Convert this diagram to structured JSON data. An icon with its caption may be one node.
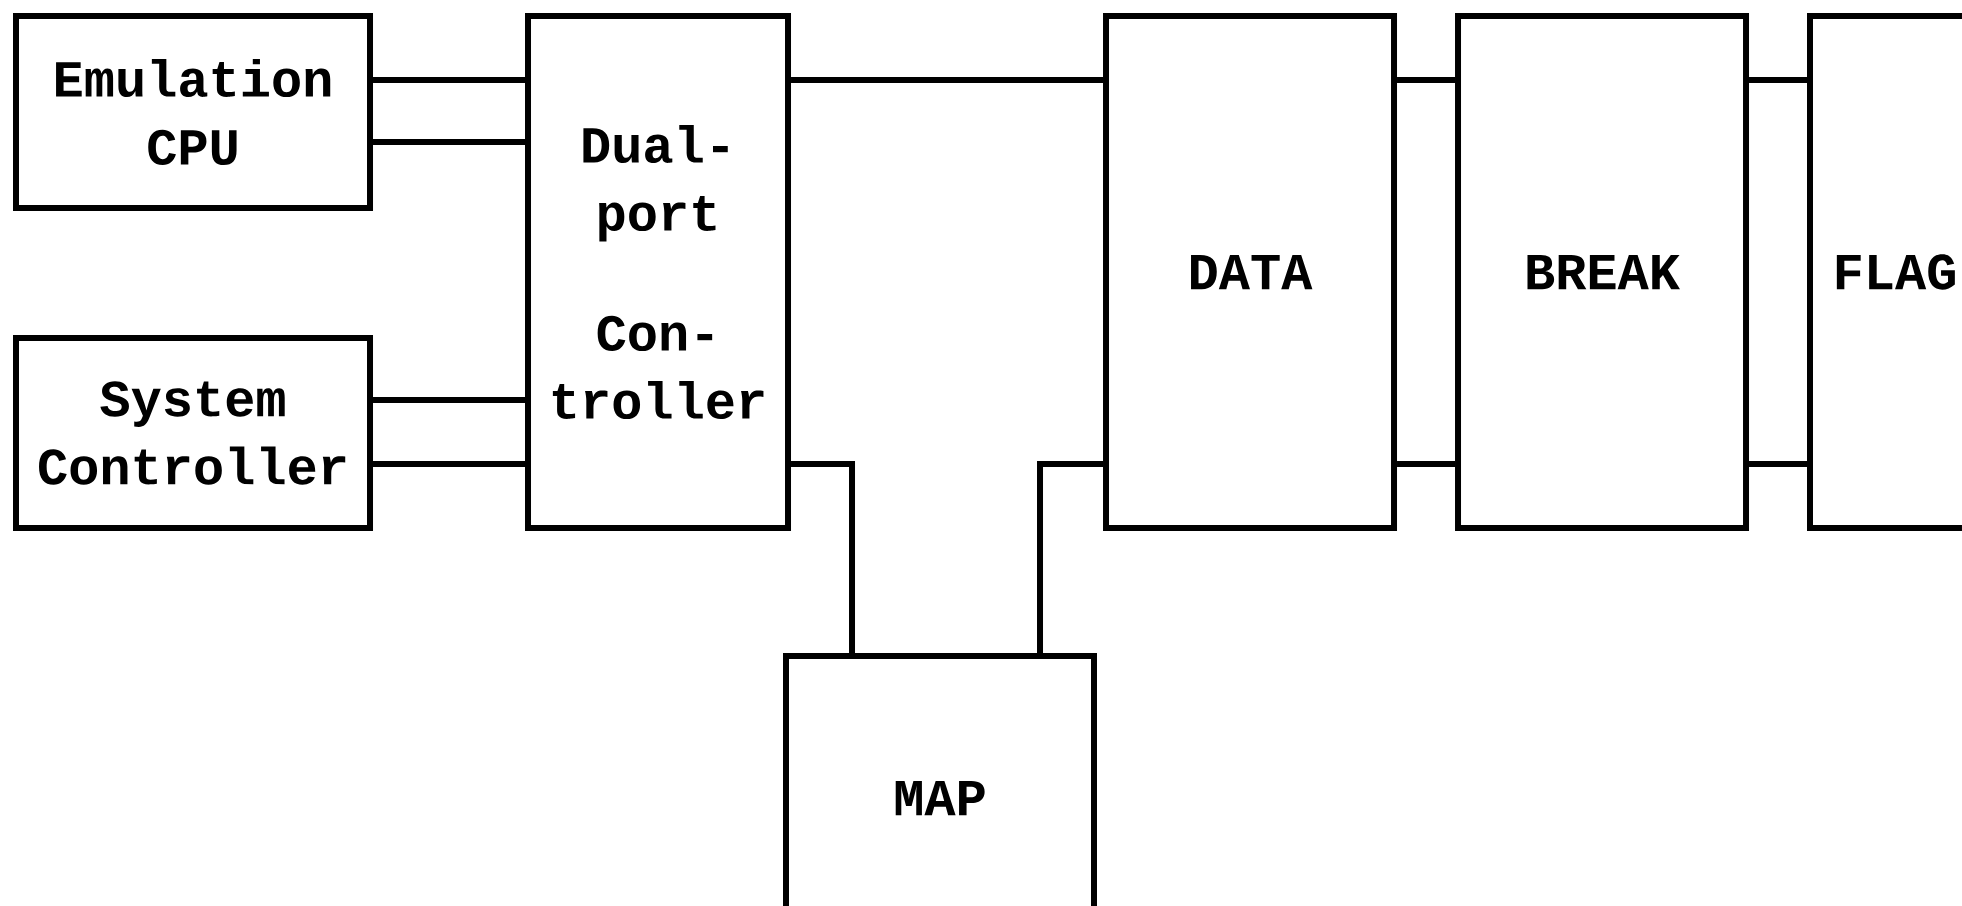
{
  "diagram": {
    "nodes": [
      {
        "text": [
          "Emulation CPU"
        ]
      },
      {
        "text": [
          "System Controller"
        ]
      },
      {
        "text": [
          "Dual- port",
          "Con- troller"
        ]
      },
      {
        "text": [
          "DATA"
        ]
      },
      {
        "text": [
          "BREAK"
        ]
      },
      {
        "text": [
          "FLAG"
        ]
      },
      {
        "text": [
          "MAP"
        ]
      }
    ],
    "edges": [
      {
        "from": 0,
        "to": 2,
        "arrow": "none"
      },
      {
        "from": 0,
        "to": 2,
        "arrow": "none"
      },
      {
        "from": 1,
        "to": 2,
        "arrow": "none"
      },
      {
        "from": 1,
        "to": 2,
        "arrow": "none"
      },
      {
        "from": 2,
        "to": 3,
        "arrow": "none"
      },
      {
        "from": 3,
        "to": 4,
        "arrow": "none"
      },
      {
        "from": 3,
        "to": 4,
        "arrow": "none"
      },
      {
        "from": 4,
        "to": 5,
        "arrow": "none"
      },
      {
        "from": 4,
        "to": 5,
        "arrow": "none"
      },
      {
        "from": 2,
        "to": 6,
        "arrow": "none"
      },
      {
        "from": 6,
        "to": 3,
        "arrow": "none"
      }
    ]
  }
}
